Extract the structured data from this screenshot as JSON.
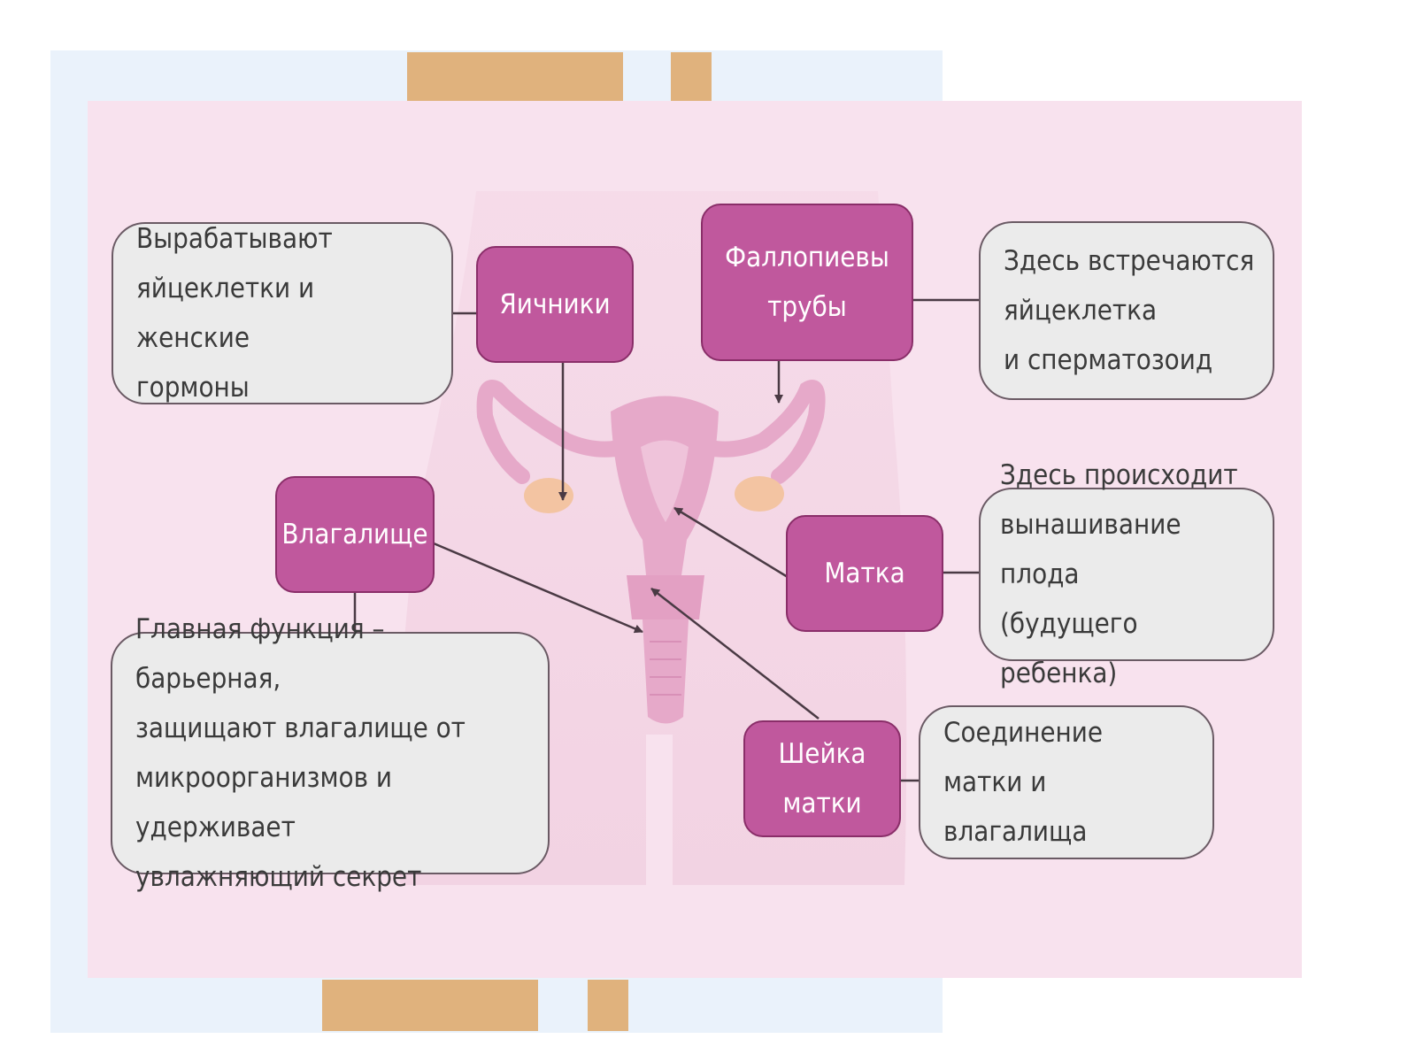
{
  "diagram": {
    "organs": {
      "ovaries": {
        "label": "Яичники",
        "description": "Вырабатывают\nяйцеклетки и женские\nгормоны"
      },
      "fallopian_tubes": {
        "label": "Фаллопиевы\nтрубы",
        "description": "Здесь встречаются\nяйцеклетка\nи сперматозоид"
      },
      "vagina": {
        "label": "Влагалище",
        "description": "Главная функция – барьерная,\nзащищают влагалище от\nмикроорганизмов и удерживает\nувлажняющий секрет"
      },
      "uterus": {
        "label": "Матка",
        "description": "Здесь происходит\nвынашивание плода\n(будущего ребенка)"
      },
      "cervix": {
        "label": "Шейка\nматки",
        "description": "Соединение\nматки и влагалища"
      }
    },
    "colors": {
      "label_fill": "#c0589d",
      "label_border": "#8a2e69",
      "description_fill": "#ebebeb",
      "panel_pink": "#f8e2ee",
      "panel_blue": "#eaf2fb",
      "accent_tab": "#e0b27d",
      "organ_pink": "#e6a9c9",
      "ovary_peach": "#f3c4a2"
    }
  }
}
